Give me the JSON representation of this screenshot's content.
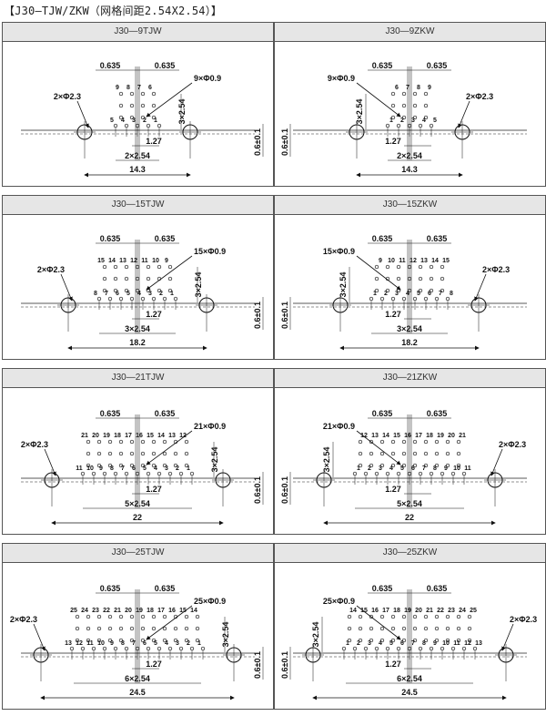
{
  "page_title": "【J30—TJW/ZKW（网格间距2.54X2.54）】",
  "panels": [
    {
      "title": "J30—9TJW",
      "mirror": false,
      "rows": [
        [
          5,
          4,
          3,
          2,
          1
        ],
        [
          9,
          8,
          7,
          6
        ]
      ],
      "pin_label": "9×Φ0.9",
      "mount_label": "2×Φ2.3",
      "pitch_top_left": "0.635",
      "pitch_top_right": "0.635",
      "height_label": "3×2.54",
      "offset_label": "0.6±0.1",
      "half_pitch_label": "1.27",
      "span_label": "2×2.54",
      "width_label": "14.3"
    },
    {
      "title": "J30—9ZKW",
      "mirror": true,
      "rows": [
        [
          5,
          4,
          3,
          2,
          1
        ],
        [
          9,
          8,
          7,
          6
        ]
      ],
      "pin_label": "9×Φ0.9",
      "mount_label": "2×Φ2.3",
      "pitch_top_left": "0.635",
      "pitch_top_right": "0.635",
      "height_label": "3×2.54",
      "offset_label": "0.6±0.1",
      "half_pitch_label": "1.27",
      "span_label": "2×2.54",
      "width_label": "14.3"
    },
    {
      "title": "J30—15TJW",
      "mirror": false,
      "rows": [
        [
          8,
          7,
          6,
          5,
          4,
          3,
          2,
          1
        ],
        [
          15,
          14,
          13,
          12,
          11,
          10,
          9
        ]
      ],
      "pin_label": "15×Φ0.9",
      "mount_label": "2×Φ2.3",
      "pitch_top_left": "0.635",
      "pitch_top_right": "0.635",
      "height_label": "3×2.54",
      "offset_label": "0.6±0.1",
      "half_pitch_label": "1.27",
      "span_label": "3×2.54",
      "width_label": "18.2"
    },
    {
      "title": "J30—15ZKW",
      "mirror": true,
      "rows": [
        [
          8,
          7,
          6,
          5,
          4,
          3,
          2,
          1
        ],
        [
          15,
          14,
          13,
          12,
          11,
          10,
          9
        ]
      ],
      "pin_label": "15×Φ0.9",
      "mount_label": "2×Φ2.3",
      "pitch_top_left": "0.635",
      "pitch_top_right": "0.635",
      "height_label": "3×2.54",
      "offset_label": "0.6±0.1",
      "half_pitch_label": "1.27",
      "span_label": "3×2.54",
      "width_label": "18.2"
    },
    {
      "title": "J30—21TJW",
      "mirror": false,
      "rows": [
        [
          11,
          10,
          9,
          8,
          7,
          6,
          5,
          4,
          3,
          2,
          1
        ],
        [
          21,
          20,
          19,
          18,
          17,
          16,
          15,
          14,
          13,
          12
        ]
      ],
      "pin_label": "21×Φ0.9",
      "mount_label": "2×Φ2.3",
      "pitch_top_left": "0.635",
      "pitch_top_right": "0.635",
      "height_label": "3×2.54",
      "offset_label": "0.6±0.1",
      "half_pitch_label": "1.27",
      "span_label": "5×2.54",
      "width_label": "22"
    },
    {
      "title": "J30—21ZKW",
      "mirror": true,
      "rows": [
        [
          11,
          10,
          9,
          8,
          7,
          6,
          5,
          4,
          3,
          2,
          1
        ],
        [
          21,
          20,
          19,
          18,
          17,
          16,
          15,
          14,
          13,
          12
        ]
      ],
      "pin_label": "21×Φ0.9",
      "mount_label": "2×Φ2.3",
      "pitch_top_left": "0.635",
      "pitch_top_right": "0.635",
      "height_label": "3×2.54",
      "offset_label": "0.6±0.1",
      "half_pitch_label": "1.27",
      "span_label": "5×2.54",
      "width_label": "22"
    },
    {
      "title": "J30—25TJW",
      "mirror": false,
      "rows": [
        [
          13,
          12,
          11,
          10,
          9,
          8,
          7,
          6,
          5,
          4,
          3,
          2,
          1
        ],
        [
          25,
          24,
          23,
          22,
          21,
          20,
          19,
          18,
          17,
          16,
          15,
          14
        ]
      ],
      "pin_label": "25×Φ0.9",
      "mount_label": "2×Φ2.3",
      "pitch_top_left": "0.635",
      "pitch_top_right": "0.635",
      "height_label": "3×2.54",
      "offset_label": "0.6±0.1",
      "half_pitch_label": "1.27",
      "span_label": "6×2.54",
      "width_label": "24.5"
    },
    {
      "title": "J30—25ZKW",
      "mirror": true,
      "rows": [
        [
          13,
          12,
          11,
          10,
          9,
          8,
          7,
          6,
          5,
          4,
          3,
          2,
          1
        ],
        [
          25,
          24,
          23,
          22,
          21,
          20,
          19,
          18,
          17,
          16,
          15,
          14
        ]
      ],
      "pin_label": "25×Φ0.9",
      "mount_label": "2×Φ2.3",
      "pitch_top_left": "0.635",
      "pitch_top_right": "0.635",
      "height_label": "3×2.54",
      "offset_label": "0.6±0.1",
      "half_pitch_label": "1.27",
      "span_label": "6×2.54",
      "width_label": "24.5"
    }
  ]
}
